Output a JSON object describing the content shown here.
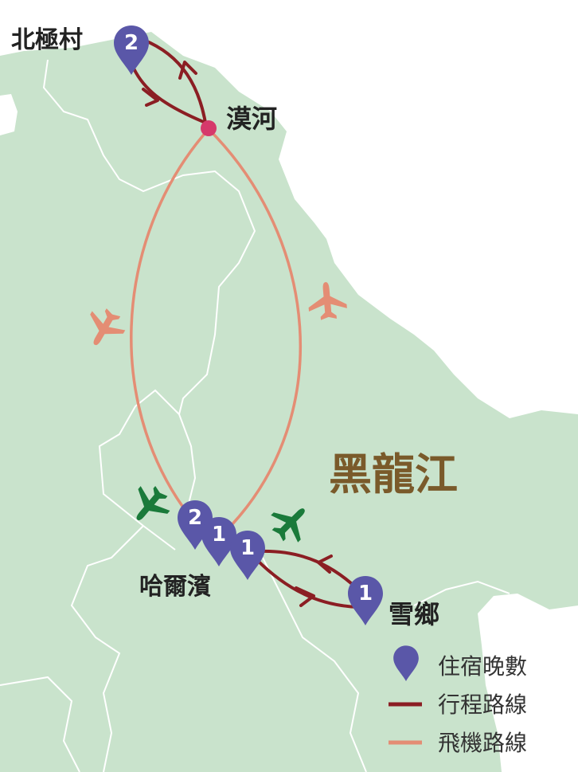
{
  "colors": {
    "land": "#c9e3cc",
    "sea": "#ffffff",
    "border": "#ffffff",
    "route_line": "#8b1e23",
    "flight_line": "#e48d74",
    "pin": "#5a57a8",
    "hub_dot": "#d6396b",
    "plane_orange": "#e48d74",
    "plane_green": "#1a7a3a"
  },
  "places": {
    "beijicun": "北極村",
    "mohe": "漠河",
    "harbin": "哈爾濱",
    "xuexiang": "雪鄉",
    "province": "黑龍江"
  },
  "pins": {
    "beijicun": "2",
    "harbin_a": "2",
    "harbin_b": "1",
    "harbin_c": "1",
    "xuexiang": "1"
  },
  "icons": {
    "pin": "map-pin-icon",
    "plane_orange": "airplane-icon",
    "plane_green": "airplane-icon"
  },
  "legend": {
    "nights": "住宿晚數",
    "route": "行程路線",
    "flight": "飛機路線"
  }
}
